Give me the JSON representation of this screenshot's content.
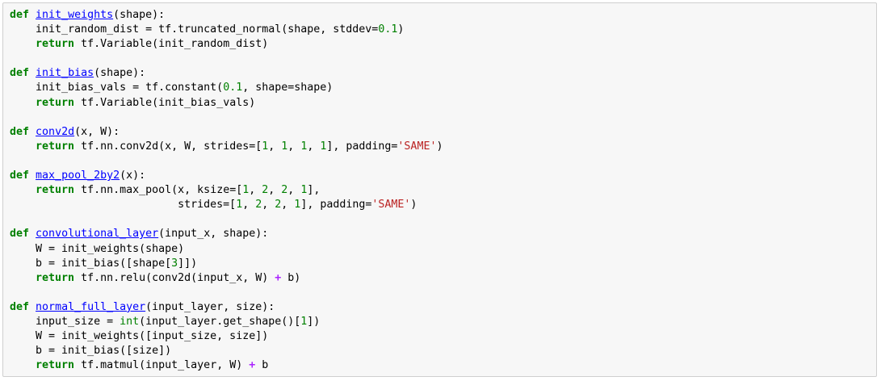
{
  "colors": {
    "keyword": "#008000",
    "function_name": "#0000ff",
    "number": "#008000",
    "builtin": "#008000",
    "string": "#ba2121",
    "operator": "#aa22ff",
    "text": "#000000",
    "cell_background": "#f7f7f7",
    "cell_border": "#cfcfcf"
  },
  "code_cell": {
    "lines": [
      [
        {
          "t": "kw",
          "v": "def"
        },
        {
          "t": "txt",
          "v": " "
        },
        {
          "t": "fn",
          "v": "init_weights"
        },
        {
          "t": "txt",
          "v": "(shape):"
        }
      ],
      [
        {
          "t": "txt",
          "v": "    init_random_dist = tf.truncated_normal(shape, stddev="
        },
        {
          "t": "num",
          "v": "0.1"
        },
        {
          "t": "txt",
          "v": ")"
        }
      ],
      [
        {
          "t": "txt",
          "v": "    "
        },
        {
          "t": "kw",
          "v": "return"
        },
        {
          "t": "txt",
          "v": " tf.Variable(init_random_dist)"
        }
      ],
      [],
      [
        {
          "t": "kw",
          "v": "def"
        },
        {
          "t": "txt",
          "v": " "
        },
        {
          "t": "fn",
          "v": "init_bias"
        },
        {
          "t": "txt",
          "v": "(shape):"
        }
      ],
      [
        {
          "t": "txt",
          "v": "    init_bias_vals = tf.constant("
        },
        {
          "t": "num",
          "v": "0.1"
        },
        {
          "t": "txt",
          "v": ", shape=shape)"
        }
      ],
      [
        {
          "t": "txt",
          "v": "    "
        },
        {
          "t": "kw",
          "v": "return"
        },
        {
          "t": "txt",
          "v": " tf.Variable(init_bias_vals)"
        }
      ],
      [],
      [
        {
          "t": "kw",
          "v": "def"
        },
        {
          "t": "txt",
          "v": " "
        },
        {
          "t": "fn",
          "v": "conv2d"
        },
        {
          "t": "txt",
          "v": "(x, W):"
        }
      ],
      [
        {
          "t": "txt",
          "v": "    "
        },
        {
          "t": "kw",
          "v": "return"
        },
        {
          "t": "txt",
          "v": " tf.nn.conv2d(x, W, strides=["
        },
        {
          "t": "num",
          "v": "1"
        },
        {
          "t": "txt",
          "v": ", "
        },
        {
          "t": "num",
          "v": "1"
        },
        {
          "t": "txt",
          "v": ", "
        },
        {
          "t": "num",
          "v": "1"
        },
        {
          "t": "txt",
          "v": ", "
        },
        {
          "t": "num",
          "v": "1"
        },
        {
          "t": "txt",
          "v": "], padding="
        },
        {
          "t": "str",
          "v": "'SAME'"
        },
        {
          "t": "txt",
          "v": ")"
        }
      ],
      [],
      [
        {
          "t": "kw",
          "v": "def"
        },
        {
          "t": "txt",
          "v": " "
        },
        {
          "t": "fn",
          "v": "max_pool_2by2"
        },
        {
          "t": "txt",
          "v": "(x):"
        }
      ],
      [
        {
          "t": "txt",
          "v": "    "
        },
        {
          "t": "kw",
          "v": "return"
        },
        {
          "t": "txt",
          "v": " tf.nn.max_pool(x, ksize=["
        },
        {
          "t": "num",
          "v": "1"
        },
        {
          "t": "txt",
          "v": ", "
        },
        {
          "t": "num",
          "v": "2"
        },
        {
          "t": "txt",
          "v": ", "
        },
        {
          "t": "num",
          "v": "2"
        },
        {
          "t": "txt",
          "v": ", "
        },
        {
          "t": "num",
          "v": "1"
        },
        {
          "t": "txt",
          "v": "],"
        }
      ],
      [
        {
          "t": "txt",
          "v": "                          strides=["
        },
        {
          "t": "num",
          "v": "1"
        },
        {
          "t": "txt",
          "v": ", "
        },
        {
          "t": "num",
          "v": "2"
        },
        {
          "t": "txt",
          "v": ", "
        },
        {
          "t": "num",
          "v": "2"
        },
        {
          "t": "txt",
          "v": ", "
        },
        {
          "t": "num",
          "v": "1"
        },
        {
          "t": "txt",
          "v": "], padding="
        },
        {
          "t": "str",
          "v": "'SAME'"
        },
        {
          "t": "txt",
          "v": ")"
        }
      ],
      [],
      [
        {
          "t": "kw",
          "v": "def"
        },
        {
          "t": "txt",
          "v": " "
        },
        {
          "t": "fn",
          "v": "convolutional_layer"
        },
        {
          "t": "txt",
          "v": "(input_x, shape):"
        }
      ],
      [
        {
          "t": "txt",
          "v": "    W = init_weights(shape)"
        }
      ],
      [
        {
          "t": "txt",
          "v": "    b = init_bias([shape["
        },
        {
          "t": "num",
          "v": "3"
        },
        {
          "t": "txt",
          "v": "]])"
        }
      ],
      [
        {
          "t": "txt",
          "v": "    "
        },
        {
          "t": "kw",
          "v": "return"
        },
        {
          "t": "txt",
          "v": " tf.nn.relu(conv2d(input_x, W) "
        },
        {
          "t": "op",
          "v": "+"
        },
        {
          "t": "txt",
          "v": " b)"
        }
      ],
      [],
      [
        {
          "t": "kw",
          "v": "def"
        },
        {
          "t": "txt",
          "v": " "
        },
        {
          "t": "fn",
          "v": "normal_full_layer"
        },
        {
          "t": "txt",
          "v": "(input_layer, size):"
        }
      ],
      [
        {
          "t": "txt",
          "v": "    input_size = "
        },
        {
          "t": "bi",
          "v": "int"
        },
        {
          "t": "txt",
          "v": "(input_layer.get_shape()["
        },
        {
          "t": "num",
          "v": "1"
        },
        {
          "t": "txt",
          "v": "])"
        }
      ],
      [
        {
          "t": "txt",
          "v": "    W = init_weights([input_size, size])"
        }
      ],
      [
        {
          "t": "txt",
          "v": "    b = init_bias([size])"
        }
      ],
      [
        {
          "t": "txt",
          "v": "    "
        },
        {
          "t": "kw",
          "v": "return"
        },
        {
          "t": "txt",
          "v": " tf.matmul(input_layer, W) "
        },
        {
          "t": "op",
          "v": "+"
        },
        {
          "t": "txt",
          "v": " b"
        }
      ]
    ]
  }
}
